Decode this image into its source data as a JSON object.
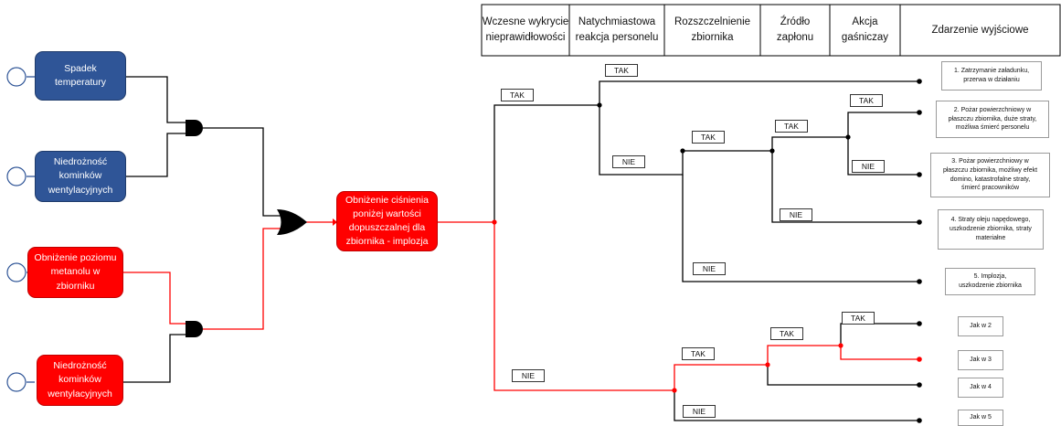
{
  "headers": [
    "Wczesne wykrycie\nnieprawidłowości",
    "Natychmiastowa\nreakcja personelu",
    "Rozszczelnienie\nzbiornika",
    "Źródło zapłonu",
    "Akcja\ngaśniczay",
    "Zdarzenie wyjściowe"
  ],
  "causes": {
    "spadek": "Spadek\ntemperatury",
    "niedroznosc_1": "Niedrożność\nkominków\nwentylacyjnych",
    "obnizenie": "Obniżenie poziomu\nmetanolu w\nzbiorniku",
    "niedroznosc_2": "Niedrożność\nkominków\nwentylacyjnych"
  },
  "top_event": "Obniżenie ciśnienia\nponiżej wartości\ndopuszczalnej dla\nzbiornika - implozja",
  "branch_labels": {
    "tak_1": "TAK",
    "tak_2": "TAK",
    "nie_2": "NIE",
    "tak_3": "TAK",
    "nie_3": "NIE",
    "tak_4": "TAK",
    "nie_4": "NIE",
    "tak_5": "TAK",
    "nie_5": "NIE",
    "nie_1": "NIE",
    "tak_6": "TAK",
    "nie_6": "NIE",
    "tak_7": "TAK",
    "tak_8": "TAK"
  },
  "outcomes": [
    "1. Zatrzymanie załadunku,\nprzerwa w działaniu",
    "2. Pożar powierzchniowy w\npłaszczu zbiornika,  duże straty,\nmożliwa śmierć personelu",
    "3. Pożar powierzchniowy w\npłaszczu zbiornika, możliwy efekt\ndomino,  katastrofalne straty,\nśmierć pracowników",
    "4. Straty oleju napędowego,\nuszkodzenie zbiornika, straty\nmateriałne",
    "5. Implozja,\nuszkodzenie zbiornika",
    "Jak w 2",
    "Jak w 3",
    "Jak w 4",
    "Jak w 5"
  ],
  "colors": {
    "blue_node": "#2f5597",
    "red_node": "#ff0000",
    "highlight_path": "#ff0000",
    "normal_path": "#000000"
  },
  "icons": {
    "and_gate": "and-gate-icon",
    "or_gate": "or-gate-icon",
    "basic_event": "basic-event-circle-icon",
    "end_point": "end-point-dot-icon"
  }
}
